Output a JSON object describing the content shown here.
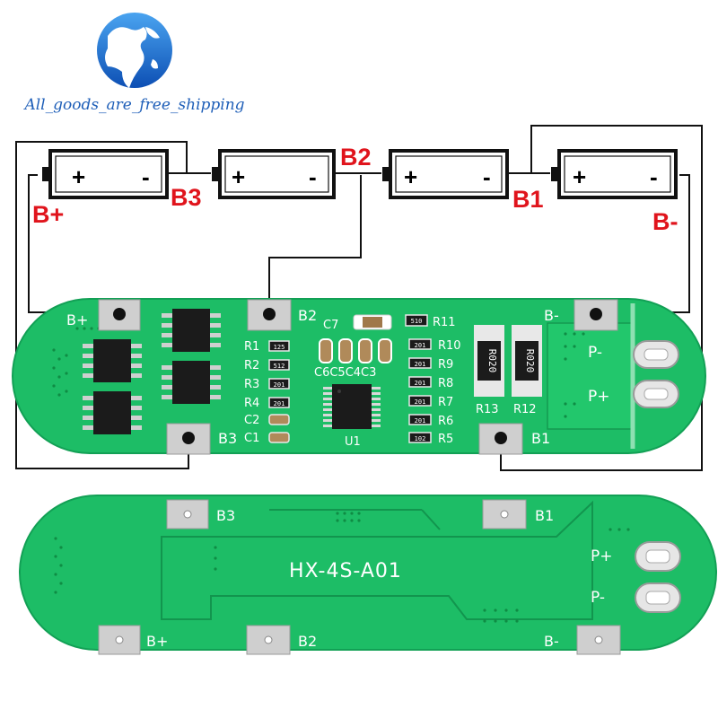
{
  "store": {
    "name": "All_goods_are_free_shipping",
    "logo_icon": "globe-icon"
  },
  "colors": {
    "pcb": "#1dbd66",
    "pcb_dark": "#129a4e",
    "label_red": "#e0141c",
    "pad": "#cfcfcf",
    "chip": "#1b1b1b",
    "globe": "#1a6fd6"
  },
  "wiring": {
    "labels": {
      "b_plus": "B+",
      "b3": "B3",
      "b2": "B2",
      "b1": "B1",
      "b_minus": "B-"
    },
    "battery_plus": "+",
    "battery_minus": "-"
  },
  "board_top": {
    "pads": {
      "b_plus": "B+",
      "b2": "B2",
      "b3": "B3",
      "b1": "B1",
      "b_minus": "B-",
      "p_minus": "P-",
      "p_plus": "P+"
    },
    "designators": {
      "left_col": [
        "R1",
        "R2",
        "R3",
        "R4",
        "C2",
        "C1"
      ],
      "right_col": [
        "R11",
        "R10",
        "R9",
        "R8",
        "R7",
        "R6",
        "R5"
      ],
      "c7": "C7",
      "caps_row": "C6C5C4C3",
      "u1": "U1",
      "r13": "R13",
      "r12": "R12"
    },
    "smd_codes": {
      "r1": "125",
      "r2": "512",
      "r3": "201",
      "r4": "201",
      "r11": "510",
      "r10": "201",
      "r9": "201",
      "r8": "201",
      "r7": "201",
      "r6": "201",
      "r5": "102"
    },
    "shunt_code": "R020"
  },
  "board_bottom": {
    "model": "HX-4S-A01",
    "pads": {
      "b3": "B3",
      "b1": "B1",
      "p_plus": "P+",
      "p_minus": "P-",
      "b_plus": "B+",
      "b2": "B2",
      "b_minus": "B-"
    }
  }
}
